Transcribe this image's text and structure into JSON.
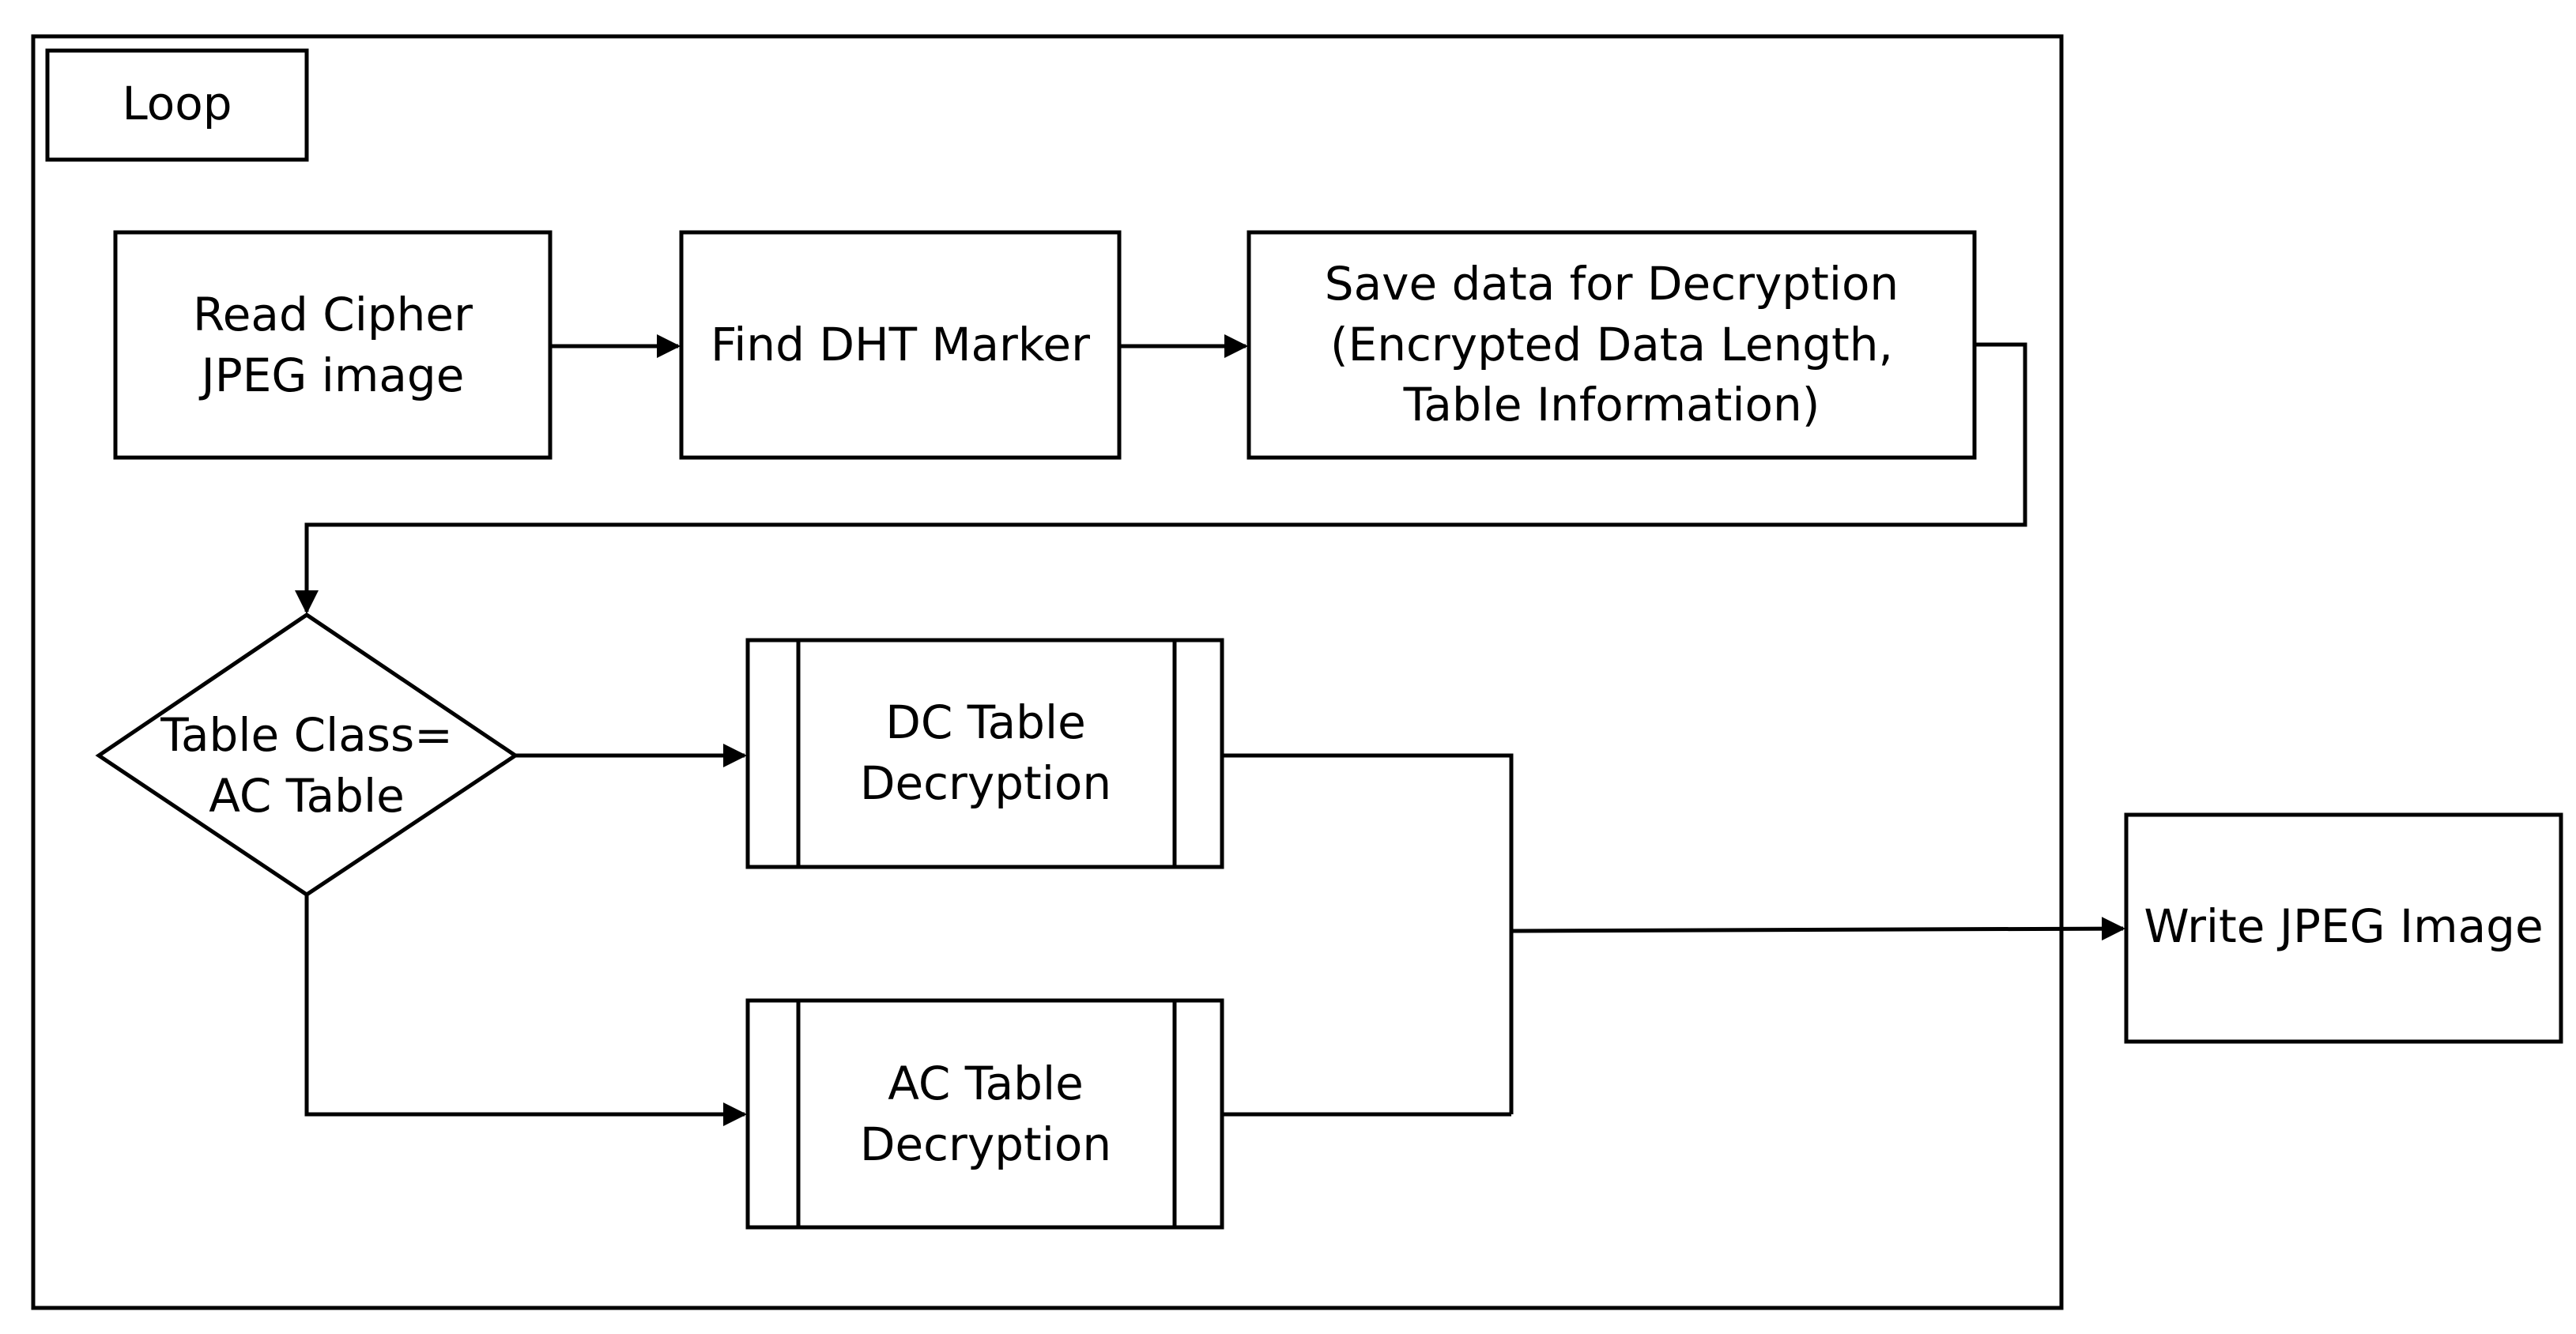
{
  "diagram": {
    "loop_label": "Loop",
    "nodes": {
      "read_cipher": {
        "lines": [
          "Read Cipher",
          "JPEG image"
        ]
      },
      "find_dht": {
        "lines": [
          "Find DHT Marker"
        ]
      },
      "save_data": {
        "lines": [
          "Save data for Decryption",
          "(Encrypted Data Length,",
          "Table Information)"
        ]
      },
      "decision": {
        "lines": [
          "Table Class=",
          "AC Table"
        ]
      },
      "dc_decrypt": {
        "lines": [
          "DC Table",
          "Decryption"
        ]
      },
      "ac_decrypt": {
        "lines": [
          "AC Table",
          "Decryption"
        ]
      },
      "write_jpeg": {
        "lines": [
          "Write JPEG Image"
        ]
      }
    }
  }
}
